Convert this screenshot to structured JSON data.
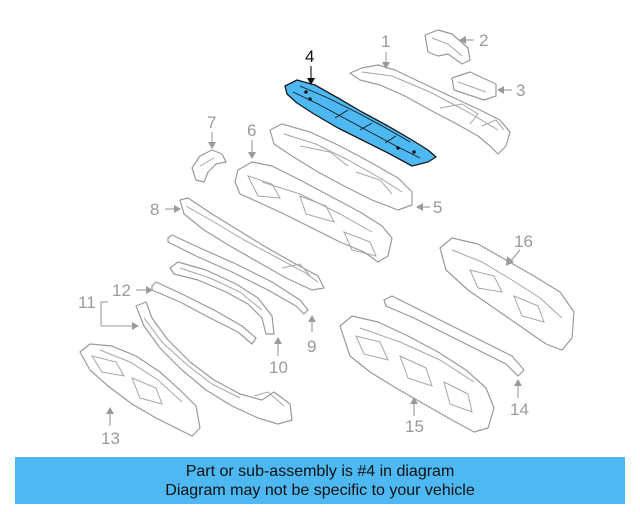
{
  "diagram": {
    "highlighted_part": "4",
    "callouts": {
      "c1": "1",
      "c2": "2",
      "c3": "3",
      "c4": "4",
      "c5": "5",
      "c6": "6",
      "c7": "7",
      "c8": "8",
      "c9": "9",
      "c10": "10",
      "c11": "11",
      "c12": "12",
      "c13": "13",
      "c14": "14",
      "c15": "15",
      "c16": "16"
    },
    "colors": {
      "highlight": "#4db8f2",
      "outline": "#9a9a9a",
      "banner": "#4db8f2"
    }
  },
  "banner": {
    "line1": "Part or sub-assembly is #4 in diagram",
    "line2": "Diagram may not be specific to your vehicle"
  }
}
